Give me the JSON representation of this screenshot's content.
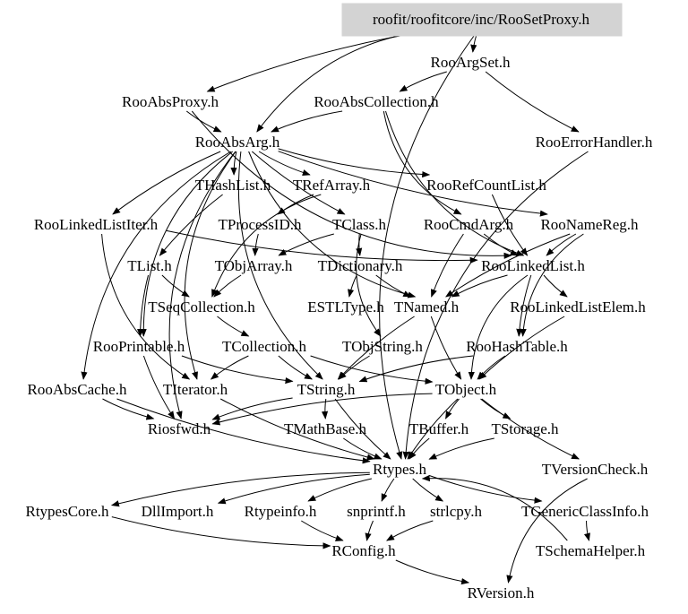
{
  "graph": {
    "title": "roofit/roofitcore/inc/RooSetProxy.h",
    "root_fill": "#d3d3d3",
    "nodes": [
      {
        "id": "root",
        "label": "roofit/roofitcore/inc/RooSetProxy.h"
      },
      {
        "id": "RooArgSet",
        "label": "RooArgSet.h"
      },
      {
        "id": "RooAbsProxy",
        "label": "RooAbsProxy.h"
      },
      {
        "id": "RooAbsCollection",
        "label": "RooAbsCollection.h"
      },
      {
        "id": "RooAbsArg",
        "label": "RooAbsArg.h"
      },
      {
        "id": "RooErrorHandler",
        "label": "RooErrorHandler.h"
      },
      {
        "id": "THashList",
        "label": "THashList.h"
      },
      {
        "id": "TRefArray",
        "label": "TRefArray.h"
      },
      {
        "id": "RooRefCountList",
        "label": "RooRefCountList.h"
      },
      {
        "id": "RooLinkedListIter",
        "label": "RooLinkedListIter.h"
      },
      {
        "id": "TProcessID",
        "label": "TProcessID.h"
      },
      {
        "id": "TClass",
        "label": "TClass.h"
      },
      {
        "id": "RooCmdArg",
        "label": "RooCmdArg.h"
      },
      {
        "id": "RooNameReg",
        "label": "RooNameReg.h"
      },
      {
        "id": "TList",
        "label": "TList.h"
      },
      {
        "id": "TObjArray",
        "label": "TObjArray.h"
      },
      {
        "id": "TDictionary",
        "label": "TDictionary.h"
      },
      {
        "id": "RooLinkedList",
        "label": "RooLinkedList.h"
      },
      {
        "id": "TSeqCollection",
        "label": "TSeqCollection.h"
      },
      {
        "id": "ESTLType",
        "label": "ESTLType.h"
      },
      {
        "id": "TNamed",
        "label": "TNamed.h"
      },
      {
        "id": "RooLinkedListElem",
        "label": "RooLinkedListElem.h"
      },
      {
        "id": "RooPrintable",
        "label": "RooPrintable.h"
      },
      {
        "id": "TCollection",
        "label": "TCollection.h"
      },
      {
        "id": "TObjString",
        "label": "TObjString.h"
      },
      {
        "id": "RooHashTable",
        "label": "RooHashTable.h"
      },
      {
        "id": "RooAbsCache",
        "label": "RooAbsCache.h"
      },
      {
        "id": "TIterator",
        "label": "TIterator.h"
      },
      {
        "id": "TString",
        "label": "TString.h"
      },
      {
        "id": "TObject",
        "label": "TObject.h"
      },
      {
        "id": "Riosfwd",
        "label": "Riosfwd.h"
      },
      {
        "id": "TMathBase",
        "label": "TMathBase.h"
      },
      {
        "id": "TBuffer",
        "label": "TBuffer.h"
      },
      {
        "id": "TStorage",
        "label": "TStorage.h"
      },
      {
        "id": "Rtypes",
        "label": "Rtypes.h"
      },
      {
        "id": "TVersionCheck",
        "label": "TVersionCheck.h"
      },
      {
        "id": "RtypesCore",
        "label": "RtypesCore.h"
      },
      {
        "id": "DllImport",
        "label": "DllImport.h"
      },
      {
        "id": "Rtypeinfo",
        "label": "Rtypeinfo.h"
      },
      {
        "id": "snprintf",
        "label": "snprintf.h"
      },
      {
        "id": "strlcpy",
        "label": "strlcpy.h"
      },
      {
        "id": "TGenericClassInfo",
        "label": "TGenericClassInfo.h"
      },
      {
        "id": "RConfig",
        "label": "RConfig.h"
      },
      {
        "id": "TSchemaHelper",
        "label": "TSchemaHelper.h"
      },
      {
        "id": "RVersion",
        "label": "RVersion.h"
      }
    ],
    "edges": [
      [
        "root",
        "RooArgSet"
      ],
      [
        "root",
        "RooAbsProxy"
      ],
      [
        "root",
        "RooAbsArg"
      ],
      [
        "root",
        "Rtypes"
      ],
      [
        "RooArgSet",
        "RooAbsCollection"
      ],
      [
        "RooArgSet",
        "RooErrorHandler"
      ],
      [
        "RooAbsProxy",
        "RooAbsArg"
      ],
      [
        "RooAbsProxy",
        "RooLinkedList"
      ],
      [
        "RooAbsCollection",
        "RooAbsArg"
      ],
      [
        "RooAbsCollection",
        "RooCmdArg"
      ],
      [
        "RooAbsCollection",
        "RooLinkedList"
      ],
      [
        "RooAbsArg",
        "THashList"
      ],
      [
        "RooAbsArg",
        "TRefArray"
      ],
      [
        "RooAbsArg",
        "RooRefCountList"
      ],
      [
        "RooAbsArg",
        "RooNameReg"
      ],
      [
        "RooAbsArg",
        "RooLinkedListIter"
      ],
      [
        "RooAbsArg",
        "RooAbsCache"
      ],
      [
        "RooAbsArg",
        "RooPrintable"
      ],
      [
        "RooAbsArg",
        "TIterator"
      ],
      [
        "RooAbsArg",
        "TNamed"
      ],
      [
        "RooAbsArg",
        "TClass"
      ],
      [
        "RooAbsArg",
        "TString"
      ],
      [
        "RooAbsArg",
        "Riosfwd"
      ],
      [
        "RooErrorHandler",
        "Rtypes"
      ],
      [
        "THashList",
        "TList"
      ],
      [
        "TRefArray",
        "TProcessID"
      ],
      [
        "TRefArray",
        "TSeqCollection"
      ],
      [
        "RooRefCountList",
        "RooLinkedList"
      ],
      [
        "RooLinkedListIter",
        "TIterator"
      ],
      [
        "RooLinkedListIter",
        "RooLinkedList"
      ],
      [
        "TProcessID",
        "TObjArray"
      ],
      [
        "TClass",
        "TDictionary"
      ],
      [
        "TClass",
        "TObjString"
      ],
      [
        "TClass",
        "TObjArray"
      ],
      [
        "RooCmdArg",
        "TNamed"
      ],
      [
        "RooCmdArg",
        "RooLinkedList"
      ],
      [
        "RooNameReg",
        "TNamed"
      ],
      [
        "RooNameReg",
        "RooLinkedList"
      ],
      [
        "RooNameReg",
        "RooHashTable"
      ],
      [
        "TList",
        "TSeqCollection"
      ],
      [
        "TList",
        "RooPrintable"
      ],
      [
        "TObjArray",
        "TSeqCollection"
      ],
      [
        "TDictionary",
        "ESTLType"
      ],
      [
        "TDictionary",
        "TNamed"
      ],
      [
        "RooLinkedList",
        "RooLinkedListElem"
      ],
      [
        "RooLinkedList",
        "TNamed"
      ],
      [
        "RooLinkedList",
        "RooHashTable"
      ],
      [
        "RooLinkedList",
        "TObject"
      ],
      [
        "TSeqCollection",
        "TCollection"
      ],
      [
        "TNamed",
        "TString"
      ],
      [
        "TNamed",
        "TObject"
      ],
      [
        "RooLinkedListElem",
        "TObject"
      ],
      [
        "RooPrintable",
        "TString"
      ],
      [
        "RooPrintable",
        "Riosfwd"
      ],
      [
        "TCollection",
        "TString"
      ],
      [
        "TCollection",
        "TObject"
      ],
      [
        "TCollection",
        "TIterator"
      ],
      [
        "TObjString",
        "TString"
      ],
      [
        "RooHashTable",
        "TObject"
      ],
      [
        "RooHashTable",
        "TString"
      ],
      [
        "RooAbsCache",
        "Riosfwd"
      ],
      [
        "RooAbsCache",
        "Rtypes"
      ],
      [
        "TIterator",
        "Rtypes"
      ],
      [
        "TString",
        "TMathBase"
      ],
      [
        "TString",
        "Riosfwd"
      ],
      [
        "TString",
        "Rtypes"
      ],
      [
        "TObject",
        "TBuffer"
      ],
      [
        "TObject",
        "TStorage"
      ],
      [
        "TObject",
        "TVersionCheck"
      ],
      [
        "TObject",
        "Rtypes"
      ],
      [
        "TObject",
        "Riosfwd"
      ],
      [
        "TMathBase",
        "Rtypes"
      ],
      [
        "TBuffer",
        "Rtypes"
      ],
      [
        "TStorage",
        "Rtypes"
      ],
      [
        "TVersionCheck",
        "RVersion"
      ],
      [
        "Rtypes",
        "RtypesCore"
      ],
      [
        "Rtypes",
        "DllImport"
      ],
      [
        "Rtypes",
        "Rtypeinfo"
      ],
      [
        "Rtypes",
        "snprintf"
      ],
      [
        "Rtypes",
        "strlcpy"
      ],
      [
        "Rtypes",
        "TGenericClassInfo"
      ],
      [
        "RtypesCore",
        "RConfig"
      ],
      [
        "Rtypeinfo",
        "RConfig"
      ],
      [
        "snprintf",
        "RConfig"
      ],
      [
        "strlcpy",
        "RConfig"
      ],
      [
        "TGenericClassInfo",
        "TSchemaHelper"
      ],
      [
        "TSchemaHelper",
        "Rtypes"
      ],
      [
        "RConfig",
        "RVersion"
      ]
    ]
  }
}
